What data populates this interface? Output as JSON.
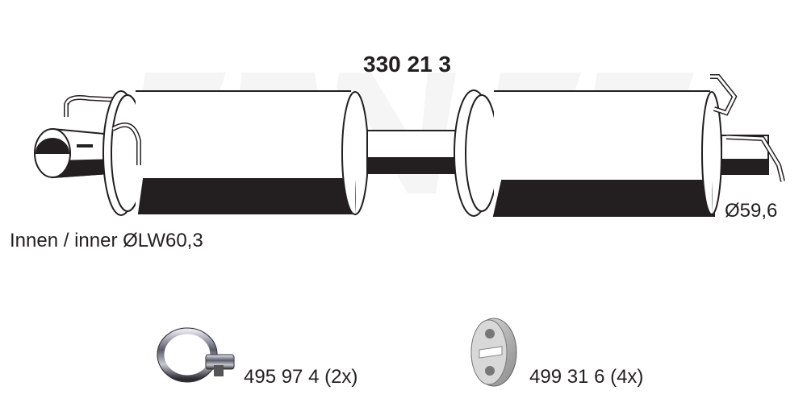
{
  "part_number": "330 21 3",
  "watermark": "ERNST",
  "dimensions": {
    "inlet": "Innen / inner ØLW60,3",
    "outlet": "Ø59,6"
  },
  "accessories": [
    {
      "icon": "pipe-clamp-icon",
      "label": "495 97 4 (2x)"
    },
    {
      "icon": "rubber-mount-icon",
      "label": "499 31 6 (4x)"
    }
  ],
  "colors": {
    "line": "#231f20",
    "fill": "#ffffff",
    "watermark": "#f4f4f4"
  }
}
